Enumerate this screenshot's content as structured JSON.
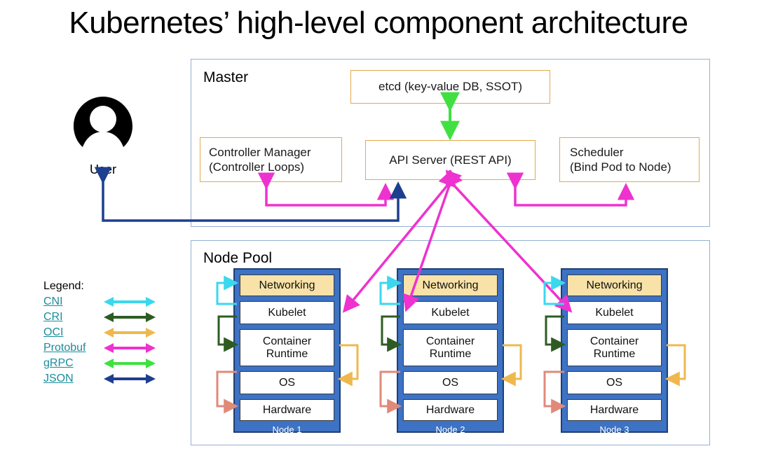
{
  "title": "Kubernetes’ high-level component architecture",
  "user": {
    "label": "User",
    "icon": "user-avatar-icon"
  },
  "master": {
    "panel_label": "Master",
    "components": [
      {
        "id": "etcd",
        "label": "etcd (key-value DB, SSOT)"
      },
      {
        "id": "ctrlmgr",
        "label": "Controller Manager\n(Controller Loops)",
        "line1": "Controller Manager",
        "line2": "(Controller Loops)"
      },
      {
        "id": "apiserver",
        "label": "API Server (REST API)"
      },
      {
        "id": "scheduler",
        "label": "Scheduler\n(Bind Pod to Node)",
        "line1": "Scheduler",
        "line2": "(Bind Pod to Node)"
      }
    ]
  },
  "node_pool": {
    "panel_label": "Node Pool",
    "layer_names": [
      "Networking",
      "Kubelet",
      "Container Runtime",
      "OS",
      "Hardware"
    ],
    "nodes": [
      {
        "name": "Node 1",
        "layers": [
          {
            "name": "Networking",
            "line1": "Networking",
            "line2": ""
          },
          {
            "name": "Kubelet",
            "line1": "Kubelet",
            "line2": ""
          },
          {
            "name": "Container Runtime",
            "line1": "Container",
            "line2": "Runtime"
          },
          {
            "name": "OS",
            "line1": "OS",
            "line2": ""
          },
          {
            "name": "Hardware",
            "line1": "Hardware",
            "line2": ""
          }
        ]
      },
      {
        "name": "Node 2",
        "layers": [
          {
            "name": "Networking",
            "line1": "Networking",
            "line2": ""
          },
          {
            "name": "Kubelet",
            "line1": "Kubelet",
            "line2": ""
          },
          {
            "name": "Container Runtime",
            "line1": "Container",
            "line2": "Runtime"
          },
          {
            "name": "OS",
            "line1": "OS",
            "line2": ""
          },
          {
            "name": "Hardware",
            "line1": "Hardware",
            "line2": ""
          }
        ]
      },
      {
        "name": "Node 3",
        "layers": [
          {
            "name": "Networking",
            "line1": "Networking",
            "line2": ""
          },
          {
            "name": "Kubelet",
            "line1": "Kubelet",
            "line2": ""
          },
          {
            "name": "Container Runtime",
            "line1": "Container",
            "line2": "Runtime"
          },
          {
            "name": "OS",
            "line1": "OS",
            "line2": ""
          },
          {
            "name": "Hardware",
            "line1": "Hardware",
            "line2": ""
          }
        ]
      }
    ]
  },
  "legend": {
    "title": "Legend:",
    "entries": [
      {
        "label": "CNI",
        "color": "#3ad8ee"
      },
      {
        "label": "CRI",
        "color": "#2d5c22"
      },
      {
        "label": "OCI",
        "color": "#efb84e"
      },
      {
        "label": "Protobuf",
        "color": "#ee32cf"
      },
      {
        "label": "gRPC",
        "color": "#41e041"
      },
      {
        "label": "JSON",
        "color": "#1d3f8f"
      }
    ]
  },
  "colors": {
    "panel_border": "#93b1d4",
    "component_border": "#e5a84b",
    "node_fill": "#3d72c4",
    "node_border": "#1f3f72",
    "networking_fill": "#f8e2a7",
    "layer_fill": "#ffffff",
    "legend_link": "#1a8c9c",
    "cni": "#3ad8ee",
    "cri": "#2d5c22",
    "oci": "#efb84e",
    "protobuf": "#ee32cf",
    "grpc": "#41e041",
    "json": "#1d3f8f",
    "os_hardware_link": "#e08a7a",
    "title_text": "#000000"
  }
}
